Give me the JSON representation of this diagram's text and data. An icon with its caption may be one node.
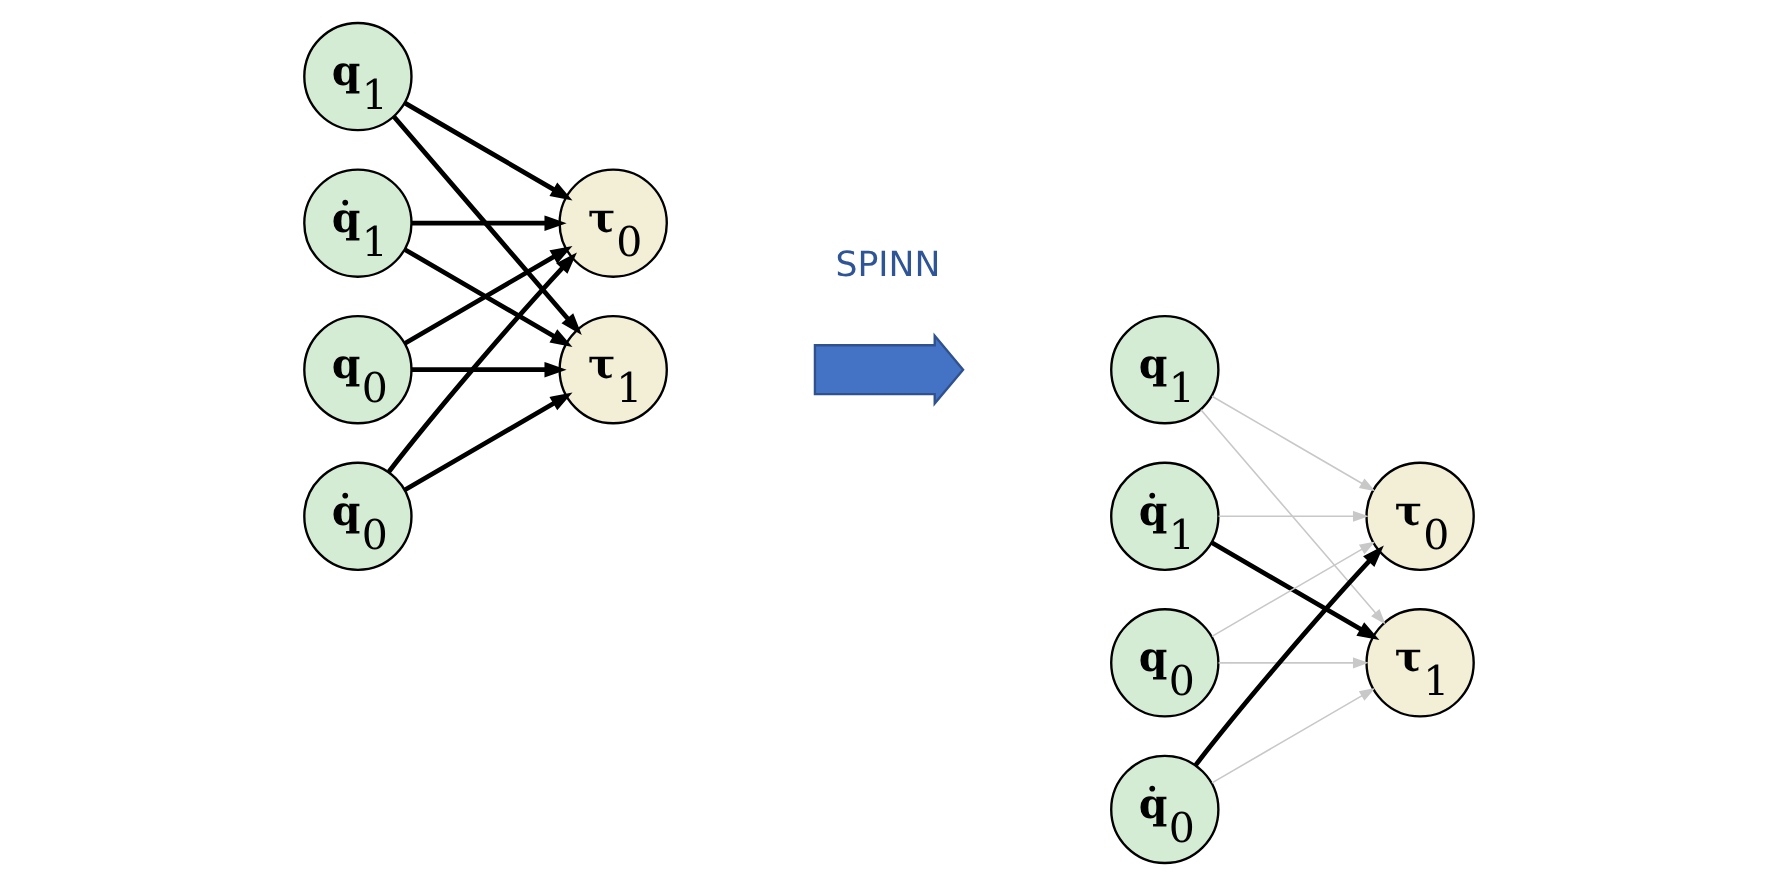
{
  "diagram": {
    "nodes": [
      {
        "text": [
          "q$_{1}$"
        ]
      },
      {
        "text": [
          "q̇$_{1}$"
        ]
      },
      {
        "text": [
          "q$_{0}$"
        ]
      },
      {
        "text": [
          "q̇$_{0}$"
        ]
      },
      {
        "text": [
          "τ$_{0}$"
        ]
      },
      {
        "text": [
          "τ$_{1}$"
        ]
      },
      {
        "text": [],
        "shape": "arrow",
        "beside": [
          "SPINN"
        ]
      },
      {
        "text": [
          "q$_{1}$"
        ]
      },
      {
        "text": [
          "q̇$_{1}$"
        ]
      },
      {
        "text": [
          "q$_{0}$"
        ]
      },
      {
        "text": [
          "q̇$_{0}$"
        ]
      },
      {
        "text": [
          "τ$_{0}$"
        ]
      },
      {
        "text": [
          "τ$_{1}$"
        ]
      }
    ],
    "edges": [
      {
        "from": 0,
        "to": 4,
        "arrow": "to"
      },
      {
        "from": 0,
        "to": 5,
        "arrow": "to"
      },
      {
        "from": 1,
        "to": 4,
        "arrow": "to"
      },
      {
        "from": 1,
        "to": 5,
        "arrow": "to"
      },
      {
        "from": 2,
        "to": 4,
        "arrow": "to"
      },
      {
        "from": 2,
        "to": 5,
        "arrow": "to"
      },
      {
        "from": 3,
        "to": 4,
        "arrow": "to"
      },
      {
        "from": 3,
        "to": 5,
        "arrow": "to"
      },
      {
        "from": 7,
        "to": 11,
        "arrow": "to",
        "color": "#c8c8c8"
      },
      {
        "from": 7,
        "to": 12,
        "arrow": "to",
        "color": "#c8c8c8"
      },
      {
        "from": 8,
        "to": 11,
        "arrow": "to",
        "color": "#c8c8c8"
      },
      {
        "from": 8,
        "to": 12,
        "arrow": "to"
      },
      {
        "from": 9,
        "to": 11,
        "arrow": "to",
        "color": "#c8c8c8"
      },
      {
        "from": 9,
        "to": 12,
        "arrow": "to",
        "color": "#c8c8c8"
      },
      {
        "from": 10,
        "to": 11,
        "arrow": "to"
      },
      {
        "from": 10,
        "to": 12,
        "arrow": "to",
        "color": "#c8c8c8"
      }
    ]
  }
}
